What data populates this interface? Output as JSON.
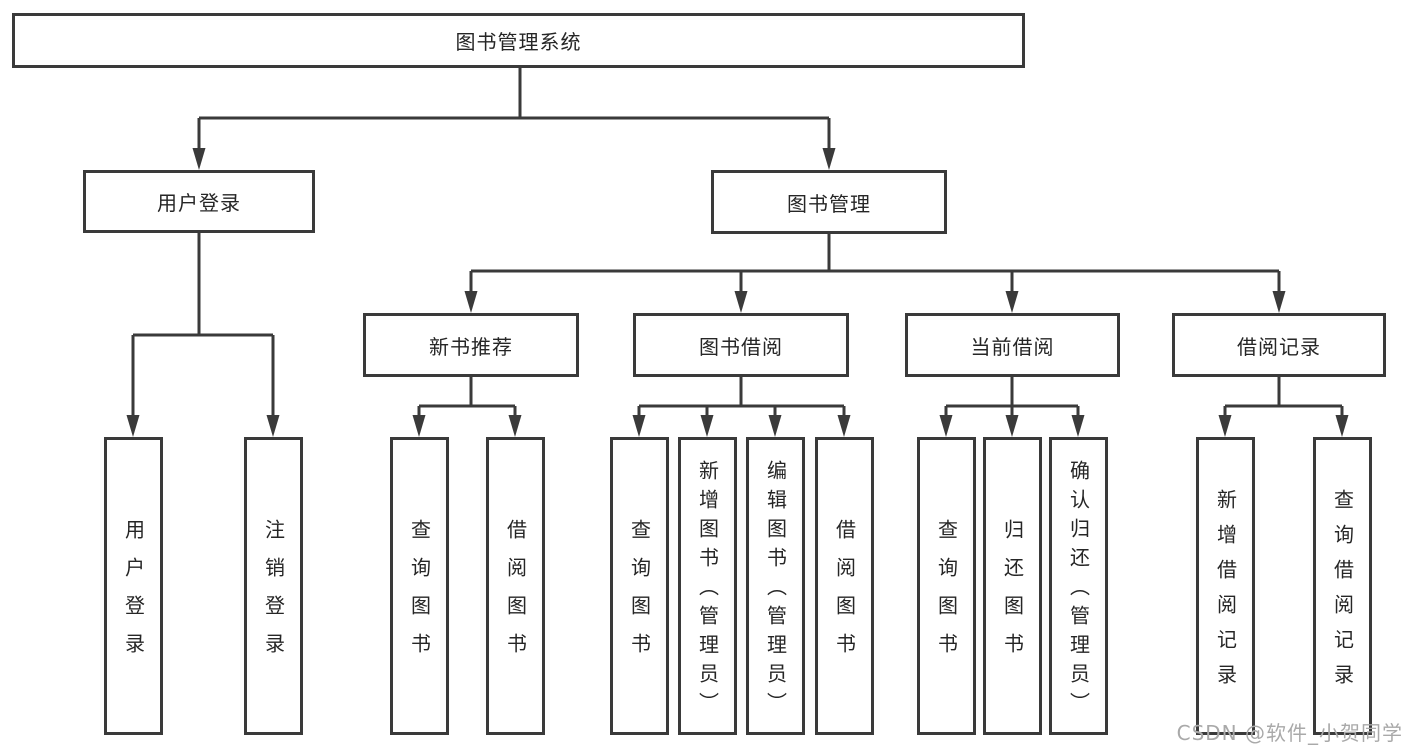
{
  "diagram": {
    "title": "图书管理系统",
    "line_color": "#3a3a3a",
    "text_color": "#262626",
    "branches": [
      {
        "label": "用户登录",
        "children": [
          {
            "label": "用户登录"
          },
          {
            "label": "注销登录"
          }
        ]
      },
      {
        "label": "图书管理",
        "children": [
          {
            "label": "新书推荐",
            "children": [
              {
                "label": "查询图书"
              },
              {
                "label": "借阅图书"
              }
            ]
          },
          {
            "label": "图书借阅",
            "children": [
              {
                "label": "查询图书"
              },
              {
                "label": "新增图书（管理员）"
              },
              {
                "label": "编辑图书（管理员）"
              },
              {
                "label": "借阅图书"
              }
            ]
          },
          {
            "label": "当前借阅",
            "children": [
              {
                "label": "查询图书"
              },
              {
                "label": "归还图书"
              },
              {
                "label": "确认归还（管理员）"
              }
            ]
          },
          {
            "label": "借阅记录",
            "children": [
              {
                "label": "新增借阅记录"
              },
              {
                "label": "查询借阅记录"
              }
            ]
          }
        ]
      }
    ]
  },
  "watermark": {
    "text": "CSDN @软件_小贺同学",
    "color": "#a9a9a9"
  }
}
